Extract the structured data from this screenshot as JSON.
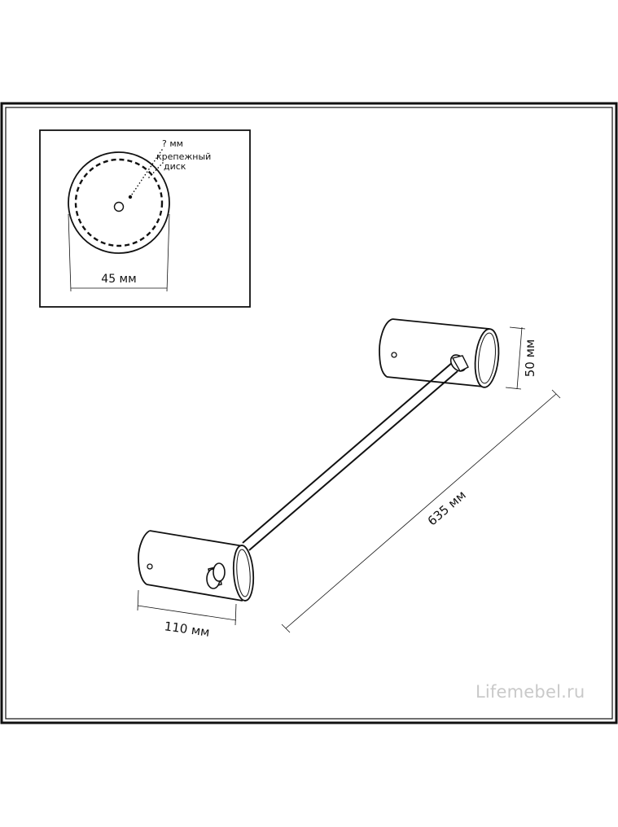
{
  "inset": {
    "hole_label": "? мм",
    "disk_label_line1": "крепежный",
    "disk_label_line2": "диск",
    "diameter_label": "45 мм"
  },
  "dimensions": {
    "height_label": "50 мм",
    "length_label": "635 мм",
    "width_label": "110 мм"
  },
  "watermark": "Lifemebel.ru"
}
